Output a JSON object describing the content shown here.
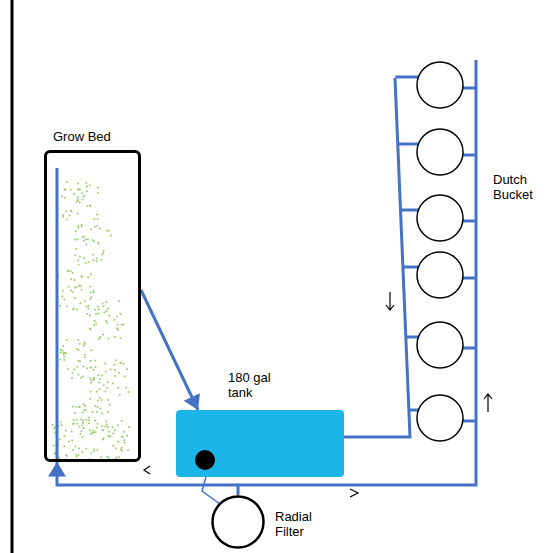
{
  "diagram": {
    "nodes": [
      {
        "text": [
          "Grow Bed"
        ]
      },
      {
        "text": [
          "180 gal tank"
        ]
      },
      {
        "text": [
          "Radial Filter"
        ]
      }
    ],
    "edges": [
      {
        "from": 0,
        "to": 1,
        "arrow": "to"
      },
      {
        "from": 2,
        "to": 0,
        "arrow": "to"
      },
      {
        "from": 1,
        "to": 2,
        "arrow": "none"
      }
    ],
    "labels": [
      "Dutch Bucket"
    ]
  }
}
